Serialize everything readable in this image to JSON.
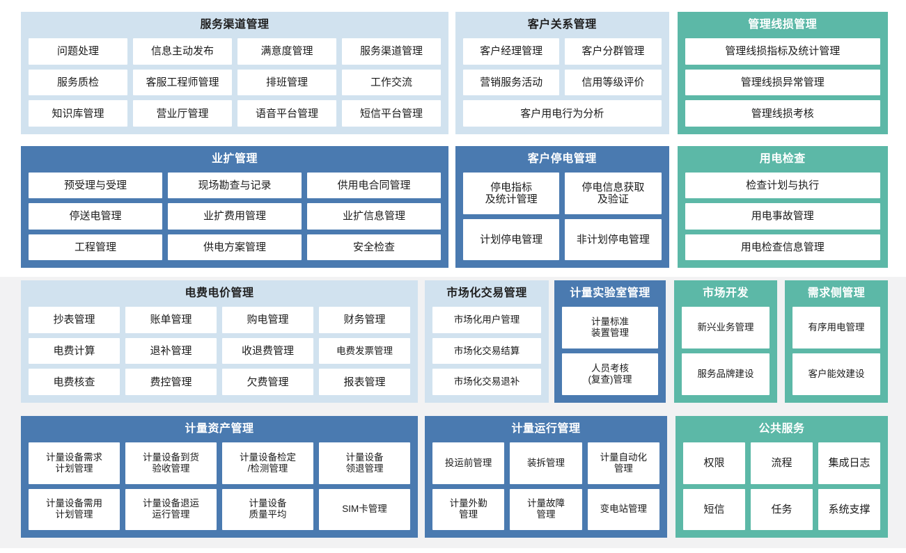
{
  "theme": {
    "light_blue": "#d1e2ef",
    "blue": "#4a7ab0",
    "teal": "#5cb8a7",
    "tile": "#ffffff",
    "page_background": "#ffffff",
    "band_background": "#f2f2f3"
  },
  "rows": [
    {
      "id": "row-1",
      "panels": [
        {
          "id": "service-channel",
          "title": "服务渠道管理",
          "color": "light_blue",
          "tiles": [
            [
              "问题处理",
              "信息主动发布",
              "满意度管理",
              "服务渠道管理"
            ],
            [
              "服务质检",
              "客服工程师管理",
              "排班管理",
              "工作交流"
            ],
            [
              "知识库管理",
              "营业厅管理",
              "语音平台管理",
              "短信平台管理"
            ]
          ]
        },
        {
          "id": "customer-relations",
          "title": "客户关系管理",
          "color": "light_blue",
          "tiles": [
            [
              "客户经理管理",
              "客户分群管理"
            ],
            [
              "营销服务活动",
              "信用等级评价"
            ],
            [
              "客户用电行为分析"
            ]
          ]
        },
        {
          "id": "line-loss",
          "title": "管理线损管理",
          "color": "teal",
          "tiles": [
            [
              "管理线损指标及统计管理"
            ],
            [
              "管理线损异常管理"
            ],
            [
              "管理线损考核"
            ]
          ]
        }
      ]
    },
    {
      "id": "row-2",
      "panels": [
        {
          "id": "expansion",
          "title": "业扩管理",
          "color": "blue",
          "tiles": [
            [
              "预受理与受理",
              "现场勘查与记录",
              "供用电合同管理"
            ],
            [
              "停送电管理",
              "业扩费用管理",
              "业扩信息管理"
            ],
            [
              "工程管理",
              "供电方案管理",
              "安全检查"
            ]
          ]
        },
        {
          "id": "customer-outage",
          "title": "客户停电管理",
          "color": "blue",
          "tiles": [
            [
              "停电指标\n及统计管理",
              "停电信息获取\n及验证"
            ],
            [
              "计划停电管理",
              "非计划停电管理"
            ]
          ]
        },
        {
          "id": "power-inspection",
          "title": "用电检查",
          "color": "teal",
          "tiles": [
            [
              "检查计划与执行"
            ],
            [
              "用电事故管理"
            ],
            [
              "用电检查信息管理"
            ]
          ]
        }
      ]
    },
    {
      "id": "row-3",
      "panels": [
        {
          "id": "tariff",
          "title": "电费电价管理",
          "color": "light_blue",
          "tiles": [
            [
              "抄表管理",
              "账单管理",
              "购电管理",
              "财务管理"
            ],
            [
              "电费计算",
              "退补管理",
              "收退费管理",
              "电费发票管理"
            ],
            [
              "电费核查",
              "费控管理",
              "欠费管理",
              "报表管理"
            ]
          ]
        },
        {
          "id": "market-trade",
          "title": "市场化交易管理",
          "color": "light_blue",
          "tiles": [
            [
              "市场化用户管理"
            ],
            [
              "市场化交易结算"
            ],
            [
              "市场化交易退补"
            ]
          ]
        },
        {
          "id": "metering-lab",
          "title": "计量实验室管理",
          "color": "blue",
          "tiles": [
            [
              "计量标准\n装置管理"
            ],
            [
              "人员考核\n(复查)管理"
            ]
          ]
        },
        {
          "id": "market-development",
          "title": "市场开发",
          "color": "teal",
          "tiles": [
            [
              "新兴业务管理"
            ],
            [
              "服务品牌建设"
            ]
          ]
        },
        {
          "id": "demand-side",
          "title": "需求侧管理",
          "color": "teal",
          "tiles": [
            [
              "有序用电管理"
            ],
            [
              "客户能效建设"
            ]
          ]
        }
      ]
    },
    {
      "id": "row-4",
      "panels": [
        {
          "id": "metering-assets",
          "title": "计量资产管理",
          "color": "blue",
          "tiles": [
            [
              "计量设备需求\n计划管理",
              "计量设备到货\n验收管理",
              "计量设备检定\n/检测管理",
              "计量设备\n领退管理"
            ],
            [
              "计量设备需用\n计划管理",
              "计量设备退运\n运行管理",
              "计量设备\n质量平均",
              "SIM卡管理"
            ]
          ]
        },
        {
          "id": "metering-operation",
          "title": "计量运行管理",
          "color": "blue",
          "tiles": [
            [
              "投运前管理",
              "装拆管理",
              "计量自动化\n管理"
            ],
            [
              "计量外勤\n管理",
              "计量故障\n管理",
              "变电站管理"
            ]
          ]
        },
        {
          "id": "public-service",
          "title": "公共服务",
          "color": "teal",
          "tiles": [
            [
              "权限",
              "流程",
              "集成日志"
            ],
            [
              "短信",
              "任务",
              "系统支撑"
            ]
          ]
        }
      ]
    }
  ]
}
